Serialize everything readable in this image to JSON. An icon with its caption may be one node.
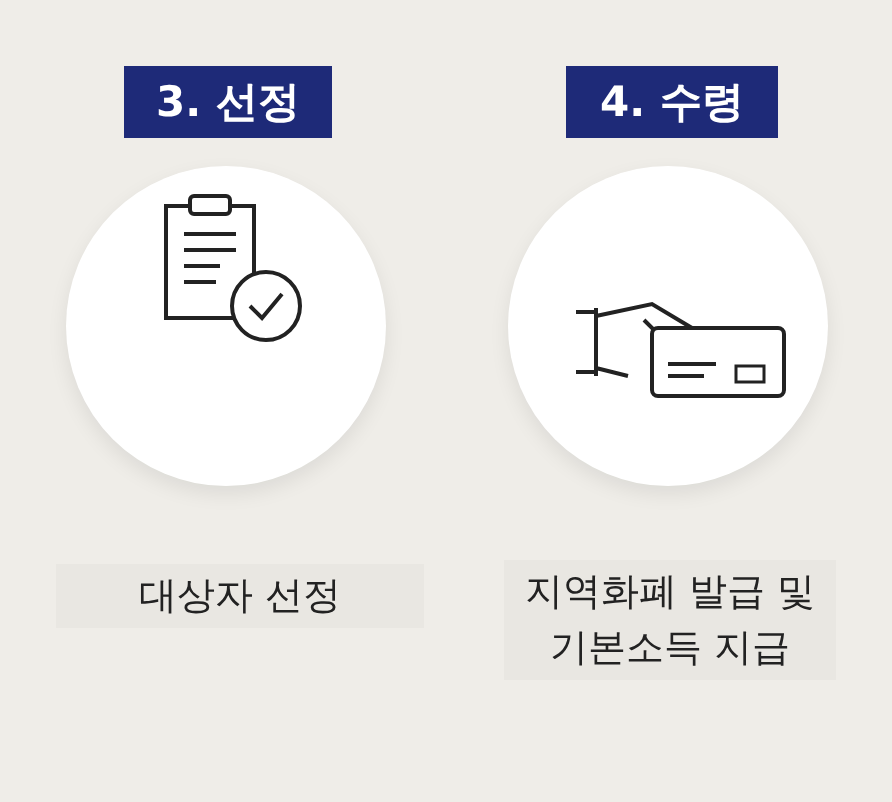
{
  "diagram": {
    "nodes": [
      {
        "text": [
          "3. 선정"
        ]
      },
      {
        "text": [
          "4. 수령"
        ]
      },
      {
        "text": [],
        "shape": "circle"
      },
      {
        "text": [],
        "shape": "circle"
      },
      {
        "text": [
          "대상자 선정"
        ]
      },
      {
        "text": [
          "지역화폐 발급 및 기본소득 지급"
        ]
      }
    ]
  }
}
